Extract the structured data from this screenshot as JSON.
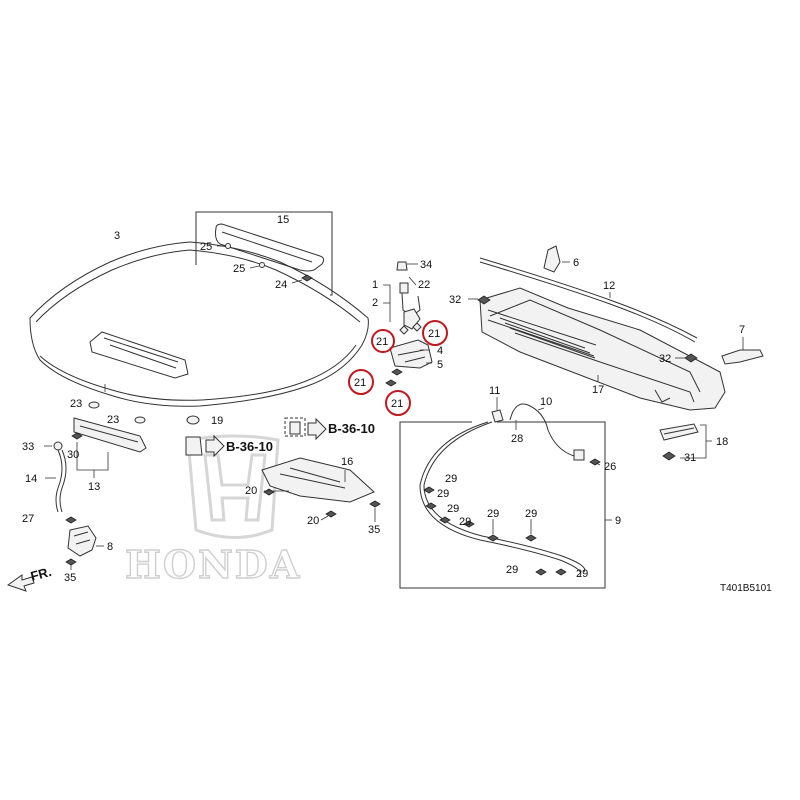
{
  "diagram": {
    "drawing_code": "T401B5101",
    "front_indicator": "FR.",
    "watermark_text": "HONDA",
    "highlight_color": "#c0181e",
    "references": [
      "B-36-10",
      "B-36-10"
    ],
    "callouts": {
      "c3": "3",
      "c15": "15",
      "c25a": "25",
      "c25b": "25",
      "c24": "24",
      "c34": "34",
      "c1": "1",
      "c2": "2",
      "c22": "22",
      "c21a": "21",
      "c21b": "21",
      "c21c": "21",
      "c21d": "21",
      "c4": "4",
      "c5": "5",
      "c6": "6",
      "c12": "12",
      "c32a": "32",
      "c32b": "32",
      "c7": "7",
      "c17": "17",
      "c23a": "23",
      "c23b": "23",
      "c19": "19",
      "c33": "33",
      "c14": "14",
      "c30": "30",
      "c13": "13",
      "c16": "16",
      "c20a": "20",
      "c20b": "20",
      "c35b": "35",
      "c27": "27",
      "c8": "8",
      "c35": "35",
      "c11": "11",
      "c10": "10",
      "c28": "28",
      "c26": "26",
      "c18": "18",
      "c31": "31",
      "c29a": "29",
      "c29b": "29",
      "c29c": "29",
      "c29d": "29",
      "c29e": "29",
      "c29f": "29",
      "c29g": "29",
      "c29h": "29",
      "c9": "9"
    }
  }
}
